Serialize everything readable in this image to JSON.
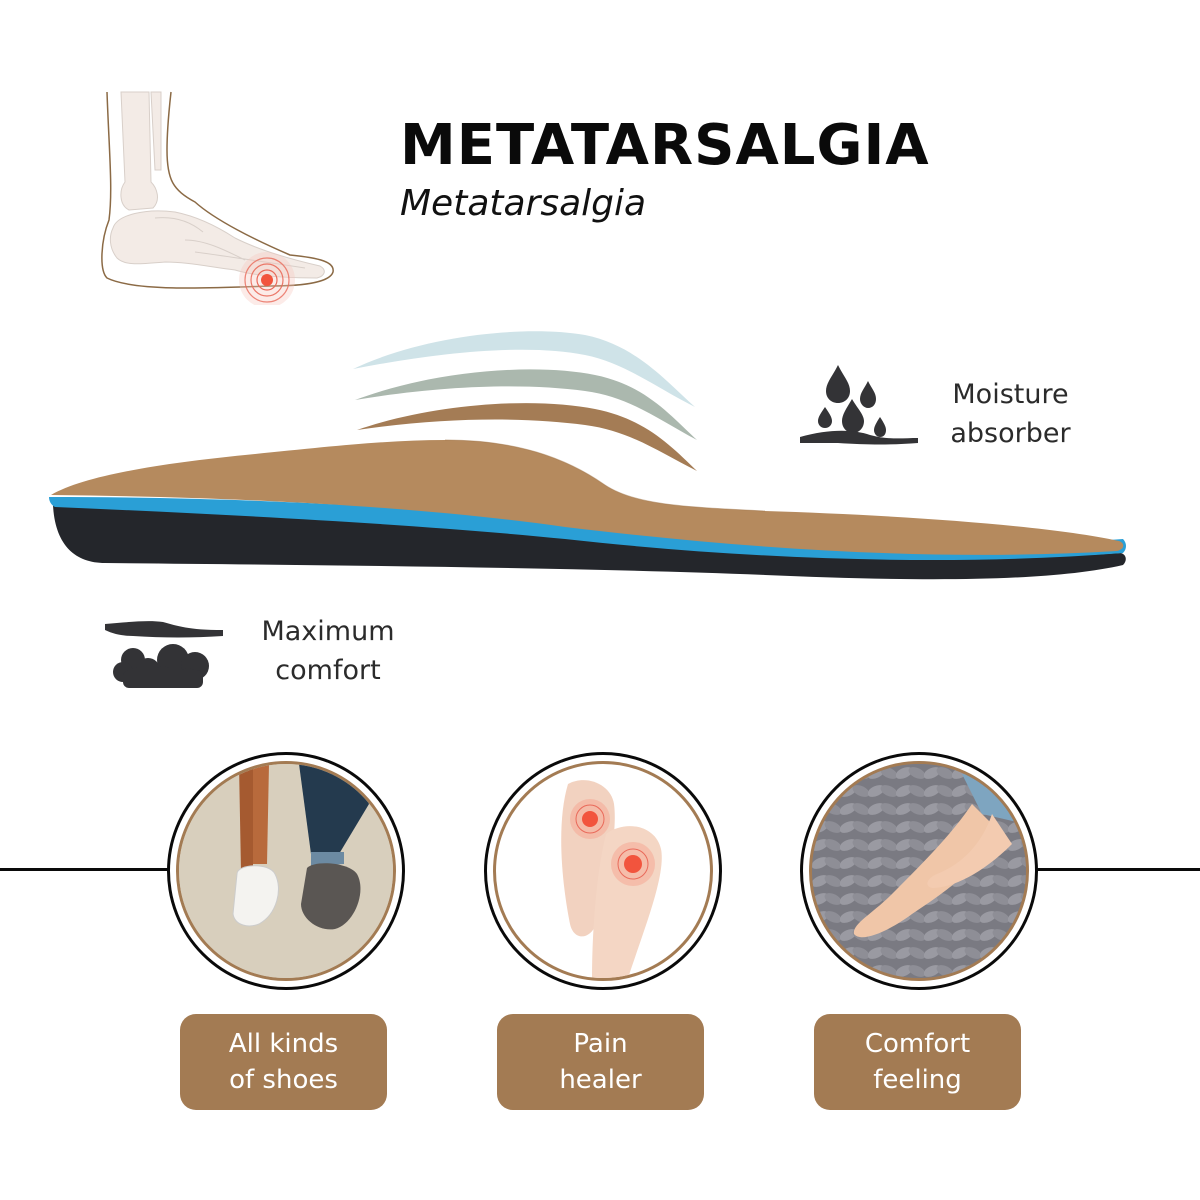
{
  "header": {
    "title": "METATARSALGIA",
    "subtitle": "Metatarsalgia"
  },
  "features": {
    "moisture": {
      "icon": "water-drops-icon",
      "line1": "Moisture",
      "line2": "absorber"
    },
    "comfort": {
      "icon": "cloud-cushion-icon",
      "line1": "Maximum",
      "line2": "comfort"
    }
  },
  "benefits": [
    {
      "image": "sneakers-photo",
      "line1": "All kinds",
      "line2": "of shoes"
    },
    {
      "image": "feet-soles-pain-photo",
      "line1": "Pain",
      "line2": "healer"
    },
    {
      "image": "feet-on-knit-blanket-photo",
      "line1": "Comfort",
      "line2": "feeling"
    }
  ],
  "colors": {
    "accent_brown": "#a37b53",
    "insole_leather": "#b58a5e",
    "insole_blue": "#2a9fd6",
    "insole_base": "#24262b",
    "wave_light_blue": "#cfe3e8",
    "wave_sage": "#abb8ae",
    "pain_red": "#f2543d",
    "icon_dark": "#333336"
  }
}
